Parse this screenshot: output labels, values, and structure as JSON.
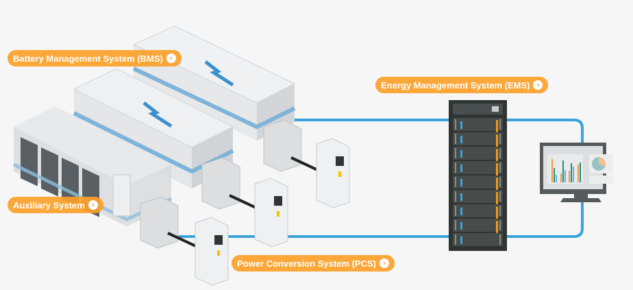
{
  "labels": {
    "bms": "Battery Management System (BMS)",
    "ems": "Energy Management System (EMS)",
    "aux": "Auxiliary System",
    "pcs": "Power Conversion System (PCS)"
  },
  "icons": {
    "label_arrow": "chevron-right-circle-icon"
  },
  "colors": {
    "accent": "#f9a23a",
    "link_line": "#3aa3dc",
    "rack": "#3f4443",
    "rack_led": "#f39c12"
  }
}
